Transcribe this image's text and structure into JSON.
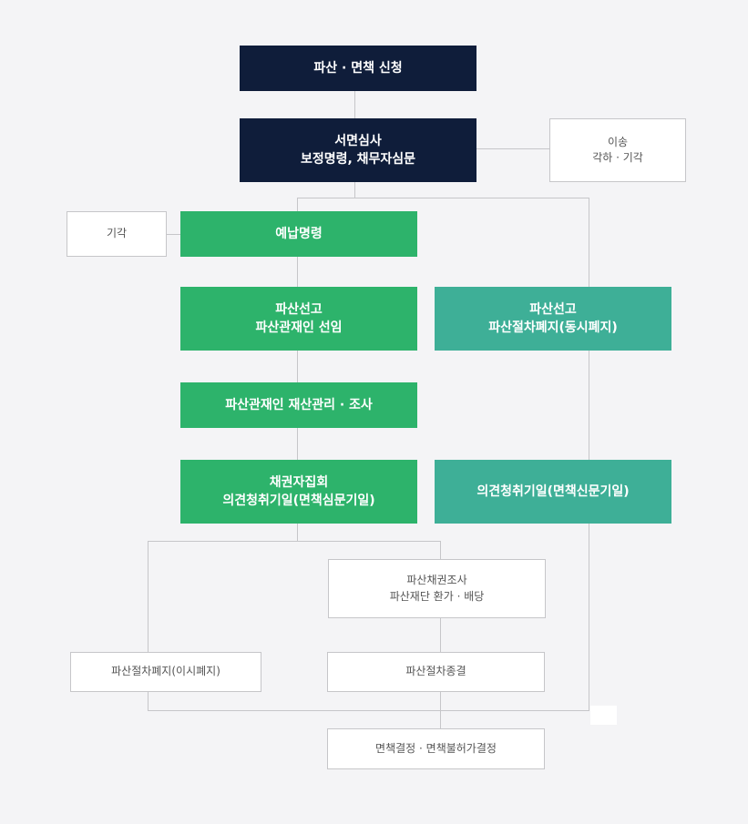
{
  "flowchart": {
    "apply": {
      "line1": "파산 · 면책 신청"
    },
    "review": {
      "line1": "서면심사",
      "line2": "보정명령, 채무자심문"
    },
    "transfer": {
      "line1": "이송",
      "line2": "각하 · 기각"
    },
    "dismiss_prepay": {
      "line1": "기각"
    },
    "prepay_order": {
      "line1": "예납명령"
    },
    "declare_trustee": {
      "line1": "파산선고",
      "line2": "파산관재인 선임"
    },
    "declare_abolish": {
      "line1": "파산선고",
      "line2": "파산절차폐지(동시폐지)"
    },
    "trustee_manage": {
      "line1": "파산관재인 재산관리 · 조사"
    },
    "creditors_meeting": {
      "line1": "채권자집회",
      "line2": "의견청취기일(면책심문기일)"
    },
    "opinion_hearing": {
      "line1": "의견청취기일(면책신문기일)"
    },
    "claims_investigation": {
      "line1": "파산채권조사",
      "line2": "파산재단 환가 · 배당"
    },
    "abolish_after": {
      "line1": "파산절차폐지(이시폐지)"
    },
    "termination": {
      "line1": "파산절차종결"
    },
    "discharge_decision": {
      "line1": "면책결정 · 면책불허가결정"
    }
  },
  "colors": {
    "navy": "#0f1d3a",
    "green": "#2db36b",
    "teal": "#3eaf97",
    "line": "#c6c6c9",
    "background": "#f4f4f6"
  }
}
